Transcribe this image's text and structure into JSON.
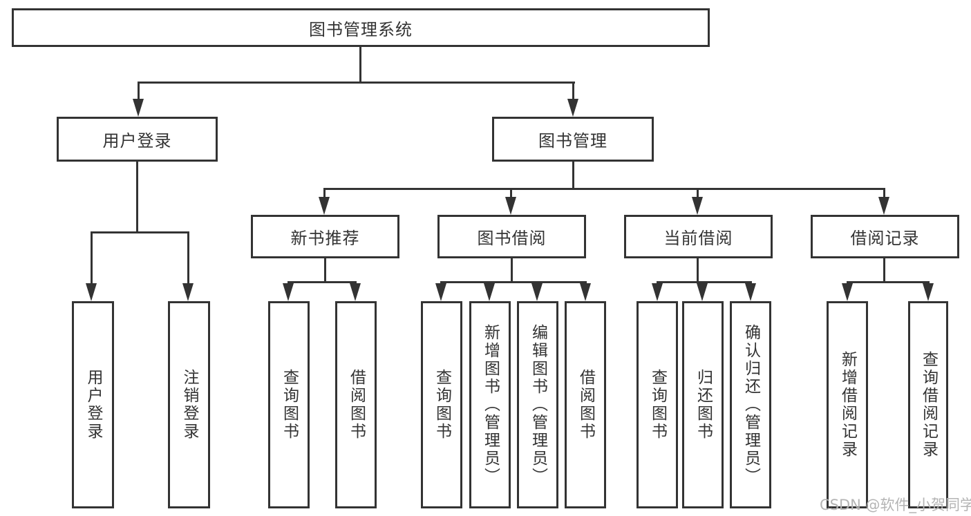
{
  "diagram": {
    "title": "图书管理系统",
    "watermark": "CSDN @软件_小贺同学",
    "colors": {
      "line": "#333333",
      "text": "#333333",
      "box_background": "#ffffff",
      "watermark": "#b4b4b4",
      "background": "#ffffff"
    },
    "nodes": {
      "root": {
        "label": "图书管理系统"
      },
      "user_login": {
        "label": "用户登录"
      },
      "book_mgmt": {
        "label": "图书管理"
      },
      "new_book_rec": {
        "label": "新书推荐"
      },
      "book_borrow": {
        "label": "图书借阅"
      },
      "current_borrow": {
        "label": "当前借阅"
      },
      "borrow_record": {
        "label": "借阅记录"
      },
      "leaf_user_login": {
        "label": "用户登录"
      },
      "leaf_logout": {
        "label": "注销登录"
      },
      "leaf_rec_query": {
        "label": "查询图书"
      },
      "leaf_rec_borrow": {
        "label": "借阅图书"
      },
      "leaf_bb_query": {
        "label": "查询图书"
      },
      "leaf_bb_add": {
        "label": "新增图书（管理员）"
      },
      "leaf_bb_edit": {
        "label": "编辑图书（管理员）"
      },
      "leaf_bb_borrow": {
        "label": "借阅图书"
      },
      "leaf_cb_query": {
        "label": "查询图书"
      },
      "leaf_cb_return": {
        "label": "归还图书"
      },
      "leaf_cb_confirm": {
        "label": "确认归还（管理员）"
      },
      "leaf_br_add": {
        "label": "新增借阅记录"
      },
      "leaf_br_query": {
        "label": "查询借阅记录"
      }
    },
    "hierarchy": {
      "root": [
        "user_login",
        "book_mgmt"
      ],
      "user_login": [
        "leaf_user_login",
        "leaf_logout"
      ],
      "book_mgmt": [
        "new_book_rec",
        "book_borrow",
        "current_borrow",
        "borrow_record"
      ],
      "new_book_rec": [
        "leaf_rec_query",
        "leaf_rec_borrow"
      ],
      "book_borrow": [
        "leaf_bb_query",
        "leaf_bb_add",
        "leaf_bb_edit",
        "leaf_bb_borrow"
      ],
      "current_borrow": [
        "leaf_cb_query",
        "leaf_cb_return",
        "leaf_cb_confirm"
      ],
      "borrow_record": [
        "leaf_br_add",
        "leaf_br_query"
      ]
    }
  }
}
